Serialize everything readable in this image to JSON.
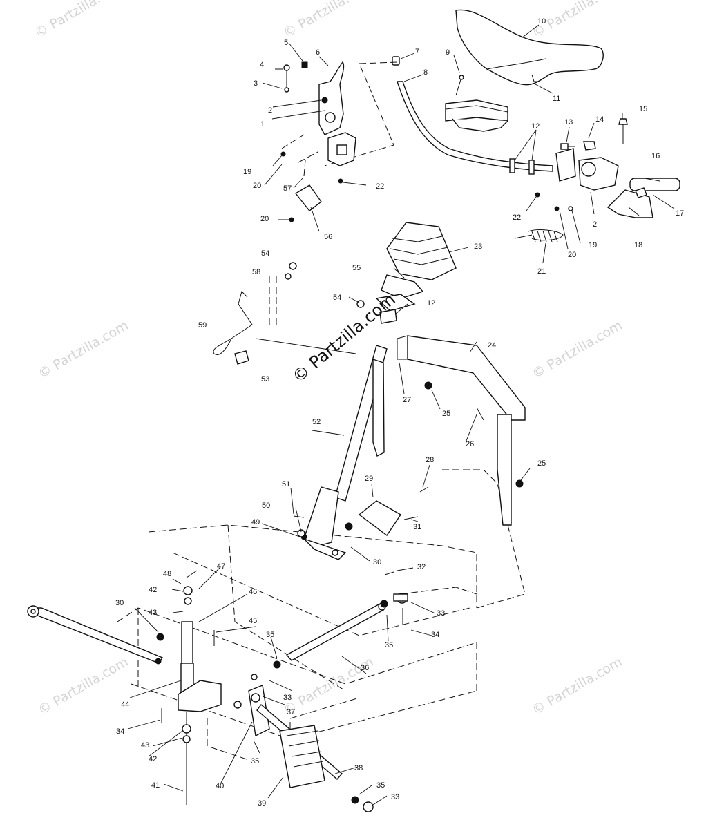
{
  "watermark": {
    "text": "© Partzilla.com",
    "color": "#d4d4d4",
    "main_color": "#111111"
  },
  "callouts": {
    "c1": "1",
    "c2a": "2",
    "c2b": "2",
    "c3": "3",
    "c4": "4",
    "c5": "5",
    "c6": "6",
    "c7": "7",
    "c8": "8",
    "c9": "9",
    "c10": "10",
    "c11": "11",
    "c12a": "12",
    "c12b": "12",
    "c13": "13",
    "c14": "14",
    "c15": "15",
    "c16": "16",
    "c17": "17",
    "c18": "18",
    "c19a": "19",
    "c19b": "19",
    "c20a": "20",
    "c20b": "20",
    "c20c": "20",
    "c21": "21",
    "c22a": "22",
    "c22b": "22",
    "c23": "23",
    "c24": "24",
    "c25a": "25",
    "c25b": "25",
    "c26": "26",
    "c27": "27",
    "c28": "28",
    "c29": "29",
    "c30a": "30",
    "c30b": "30",
    "c31": "31",
    "c32": "32",
    "c33a": "33",
    "c33b": "33",
    "c33c": "33",
    "c34a": "34",
    "c34b": "34",
    "c35a": "35",
    "c35b": "35",
    "c35c": "35",
    "c35d": "35",
    "c36": "36",
    "c37": "37",
    "c38": "38",
    "c39": "39",
    "c40": "40",
    "c41": "41",
    "c42a": "42",
    "c42b": "42",
    "c43a": "43",
    "c43b": "43",
    "c44": "44",
    "c45": "45",
    "c46": "46",
    "c47": "47",
    "c48": "48",
    "c49": "49",
    "c50": "50",
    "c51": "51",
    "c52": "52",
    "c53": "53",
    "c54a": "54",
    "c54b": "54",
    "c55": "55",
    "c56": "56",
    "c57": "57",
    "c58": "58",
    "c59": "59"
  }
}
